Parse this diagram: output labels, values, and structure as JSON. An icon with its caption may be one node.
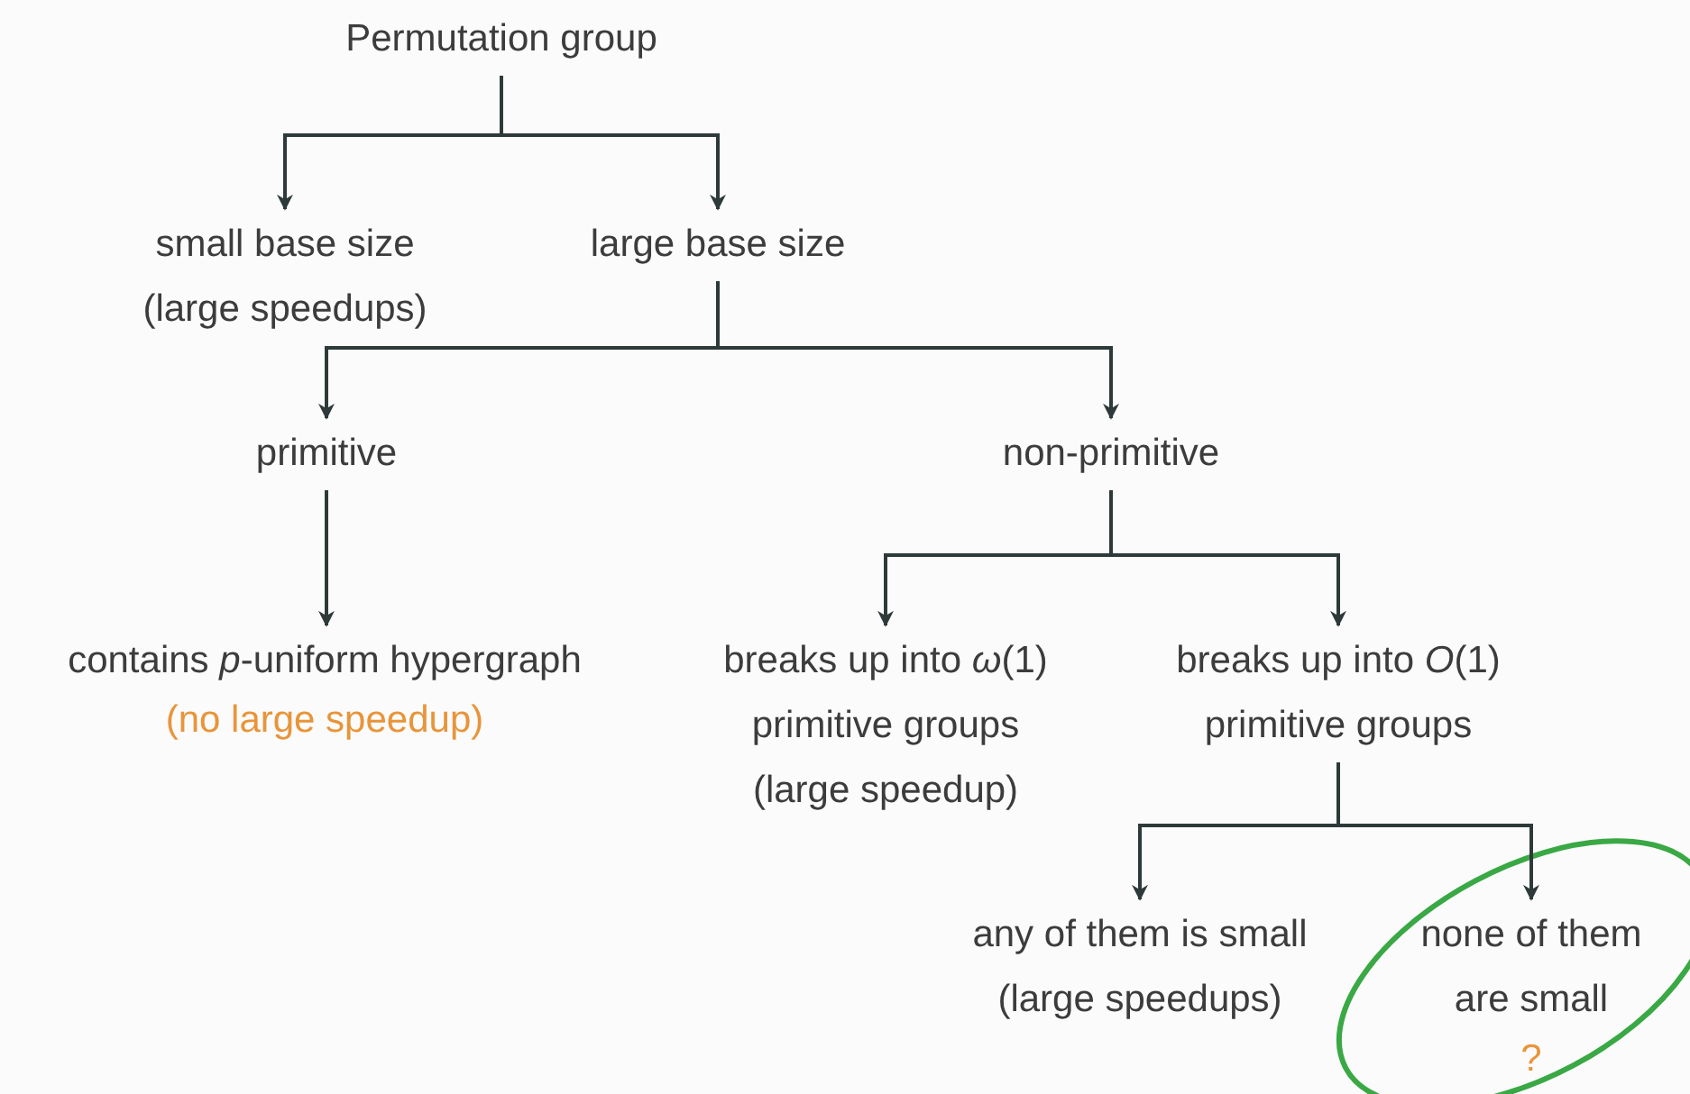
{
  "diagram": {
    "nodes": [
      {
        "text": [
          "Permutation group"
        ]
      },
      {
        "text": [
          "small base size",
          "(large speedups)"
        ]
      },
      {
        "text": [
          "large base size"
        ]
      },
      {
        "text": [
          "primitive"
        ]
      },
      {
        "text": [
          "non-primitive"
        ]
      },
      {
        "text": [
          "contains *p*-uniform hypergraph"
        ],
        "beside": [
          "(no large speedup)"
        ]
      },
      {
        "text": [
          "breaks up into *ω*(1) primitive groups",
          "(large speedup)"
        ]
      },
      {
        "text": [
          "breaks up into *O*(1) primitive groups"
        ]
      },
      {
        "text": [
          "any of them is small",
          "(large speedups)"
        ]
      },
      {
        "text": [
          "none of them are small"
        ],
        "beside": [
          "?"
        ]
      }
    ],
    "edges": [
      {
        "from": 0,
        "to": 1,
        "arrow": "to"
      },
      {
        "from": 0,
        "to": 2,
        "arrow": "to"
      },
      {
        "from": 2,
        "to": 3,
        "arrow": "to"
      },
      {
        "from": 2,
        "to": 4,
        "arrow": "to"
      },
      {
        "from": 3,
        "to": 5,
        "arrow": "to"
      },
      {
        "from": 4,
        "to": 6,
        "arrow": "to"
      },
      {
        "from": 4,
        "to": 7,
        "arrow": "to"
      },
      {
        "from": 7,
        "to": 8,
        "arrow": "to"
      },
      {
        "from": 7,
        "to": 9,
        "arrow": "to"
      }
    ]
  }
}
